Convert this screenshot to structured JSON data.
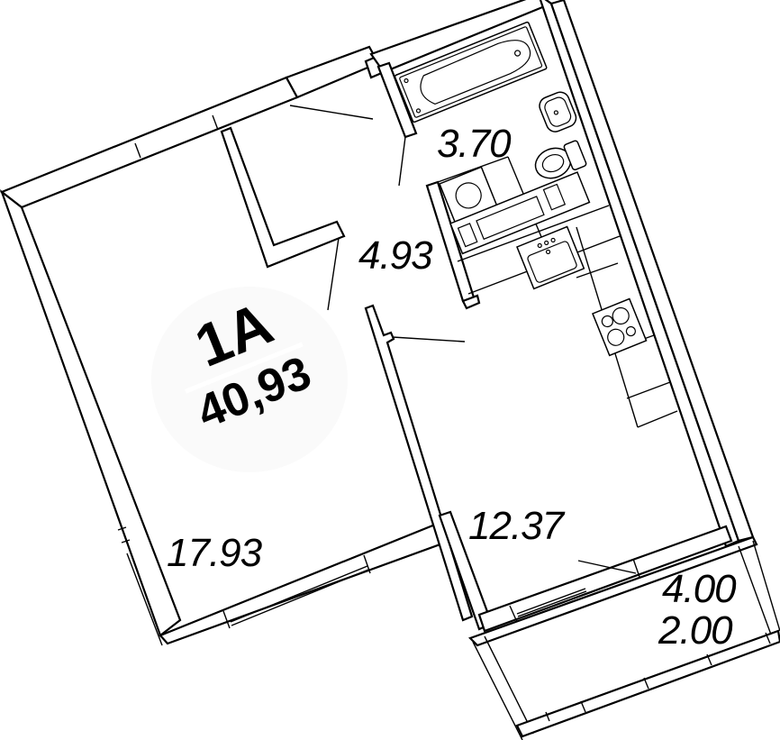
{
  "plan": {
    "apartment_code": "1A",
    "total_area": "40,93",
    "rotation_deg": -22,
    "colors": {
      "line": "#000000",
      "background": "#ffffff",
      "badge": "#fafafa"
    }
  },
  "rooms": [
    {
      "id": "living-room",
      "area": "17.93"
    },
    {
      "id": "hallway",
      "area": "4.93"
    },
    {
      "id": "bathroom",
      "area": "3.70"
    },
    {
      "id": "kitchen",
      "area": "12.37"
    }
  ],
  "balcony": {
    "area_full": "4.00",
    "area_reduced": "2.00"
  },
  "fixtures": [
    "bathtub",
    "washbasin",
    "toilet",
    "washing-machine",
    "kitchen-sink",
    "cooktop",
    "kitchen-counter"
  ]
}
